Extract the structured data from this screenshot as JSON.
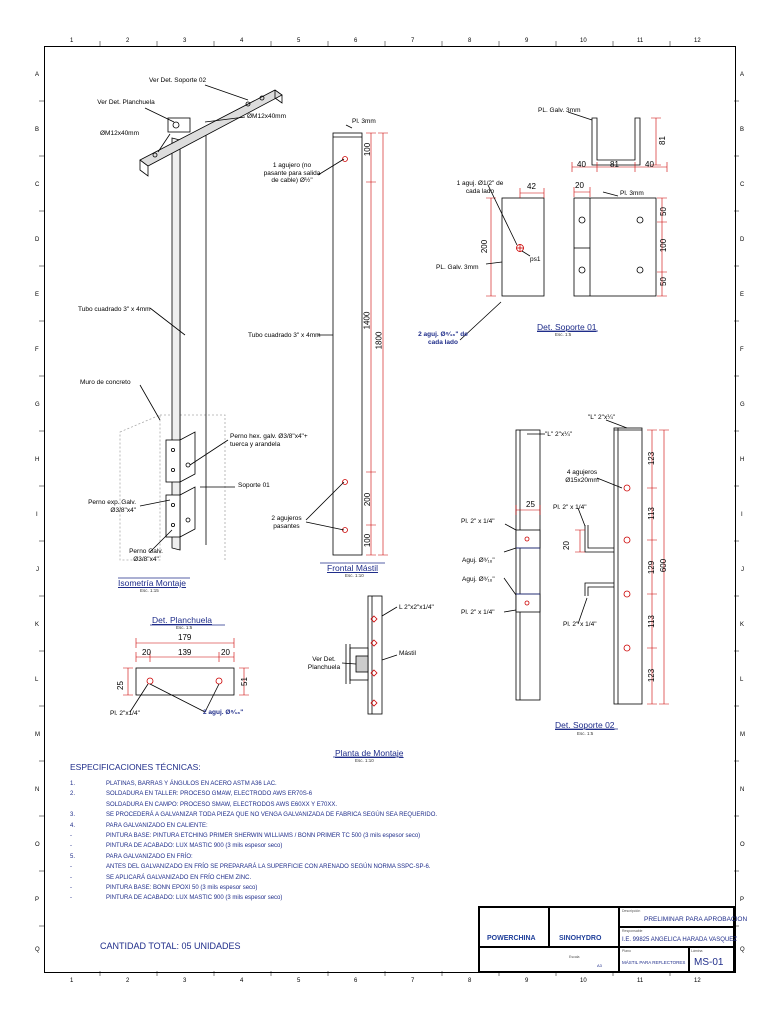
{
  "ruler": {
    "top": [
      "1",
      "2",
      "3",
      "4",
      "5",
      "6",
      "7",
      "8",
      "9",
      "10",
      "11",
      "12"
    ],
    "side": [
      "A",
      "B",
      "C",
      "D",
      "E",
      "F",
      "G",
      "H",
      "I",
      "J",
      "K",
      "L",
      "M",
      "N",
      "O",
      "P",
      "Q"
    ]
  },
  "iso": {
    "ver_det_soporte": "Ver Det. Soporte 02",
    "ver_det_planchuela": "Ver Det. Planchuela",
    "perno_m12_a": "ØM12x40mm",
    "perno_m12_b": "ØM12x40mm",
    "tubo": "Tubo cuadrado 3\" x 4mm",
    "muro": "Muro de concreto",
    "perno_hex": "Perno hex. galv. Ø3/8\"x4\"+ tuerca y arandela",
    "soporte01": "Soporte 01",
    "perno_exp": "Perno exp. Galv. Ø3/8\"x4\"",
    "perno_galv": "Perno Galv. Ø3/8\"x4\"",
    "title": "Isometría Montaje",
    "scale": "Esc. 1:15"
  },
  "frontal": {
    "pl": "Pl. 3mm",
    "agujero": "1 agujero (no pasante para salida de cable) Ø½\"",
    "tubo": "Tubo cuadrado 3\" x 4mm",
    "agujeros": "2 agujeros pasantes",
    "d100a": "100",
    "d1400": "1400",
    "d1800": "1800",
    "d200": "200",
    "d100b": "100",
    "title": "Frontal Mástil",
    "scale": "Esc. 1:10"
  },
  "sop01": {
    "pl_top": "PL. Galv. 3mm",
    "d81": "81",
    "d40a": "40",
    "d81b": "81",
    "d40b": "40",
    "agujero": "1 aguj. Ø1/2\" de cada lado",
    "d42": "42",
    "d20": "20",
    "pl3": "Pl. 3mm",
    "d200": "200",
    "ps1": "ps1",
    "pl_galv": "PL. Galv. 3mm",
    "d50a": "50",
    "d100": "100",
    "d50b": "50",
    "aguj_lado": "2 aguj. Ø⁹⁄₁₆\" de cada lado",
    "title": "Det. Soporte 01",
    "scale": "Esc. 1:5"
  },
  "sop02": {
    "l_top": "\"L\" 2\"x¼\"",
    "l_mid": "\"L\" 2\"x¼\"",
    "agujeros": "4 agujeros Ø15x20mm",
    "d25": "25",
    "pl_a": "Pl. 2\" x 1/4\"",
    "pl_b": "Pl. 2\" x 1/4\"",
    "d20": "20",
    "aguj_a": "Aguj. Ø⁹⁄₁₆\"",
    "aguj_b": "Aguj. Ø⁹⁄₁₆\"",
    "pl_c": "Pl. 2\" x 1/4\"",
    "pl_d": "Pl. 2\" x 1/4\"",
    "d123a": "123",
    "d113a": "113",
    "d600": "600",
    "d129": "129",
    "d113b": "113",
    "d123b": "123",
    "title": "Det. Soporte 02",
    "scale": "Esc. 1:5"
  },
  "planchuela": {
    "title": "Det. Planchuela",
    "scale": "Esc. 1:5",
    "d179": "179",
    "d20a": "20",
    "d139": "139",
    "d20b": "20",
    "d25": "25",
    "d51": "51",
    "pl": "Pl. 2\"x1/4\"",
    "aguj": "2 aguj. Ø⁹⁄₁₆\""
  },
  "planta": {
    "l": "L 2\"x2\"x1/4\"",
    "mastil": "Mástil",
    "ver": "Ver Det. Planchuela",
    "title": "Planta de Montaje",
    "scale": "Esc. 1:10"
  },
  "specs": {
    "title": "ESPECIFICACIONES TÉCNICAS:",
    "items": [
      {
        "n": "1.",
        "t": "PLATINAS, BARRAS Y ÁNGULOS EN ACERO ASTM A36 LAC."
      },
      {
        "n": "2.",
        "t": "SOLDADURA EN TALLER: PROCESO GMAW, ELECTRODO AWS ER70S-6"
      },
      {
        "n": "",
        "t": "SOLDADURA EN CAMPO: PROCESO SMAW, ELECTRODOS AWS E60XX Y E70XX."
      },
      {
        "n": "3.",
        "t": "SE PROCEDERÁ A GALVANIZAR TODA PIEZA QUE NO VENGA GALVANIZADA DE FABRICA SEGÚN SEA REQUERIDO."
      },
      {
        "n": "4.",
        "t": "PARA GALVANIZADO EN CALIENTE:"
      },
      {
        "n": "-",
        "t": "PINTURA BASE: PINTURA ETCHING PRIMER SHERWIN WILLIAMS / BONN PRIMER TC 500 (3 mils espesor seco)"
      },
      {
        "n": "-",
        "t": "PINTURA DE ACABADO: LUX MASTIC 900 (3 mils espesor seco)"
      },
      {
        "n": "5.",
        "t": "PARA GALVANIZADO EN FRÍO:"
      },
      {
        "n": "-",
        "t": "ANTES DEL GALVANIZADO EN FRÍO SE PREPARARÁ LA SUPERFICIE CON ARENADO SEGÚN NORMA SSPC-SP-6."
      },
      {
        "n": "-",
        "t": "SE APLICARÁ GALVANIZADO EN FRÍO CHEM ZINC."
      },
      {
        "n": "-",
        "t": "PINTURA BASE: BONN EPOXI 50 (3 mils espesor seco)"
      },
      {
        "n": "-",
        "t": "PINTURA DE ACABADO: LUX MASTIC 900 (3 mils espesor seco)"
      }
    ],
    "total": "CANTIDAD TOTAL: 05 UNIDADES"
  },
  "titleblock": {
    "brand1": "POWERCHINA",
    "brand2": "SINOHYDRO",
    "status_lbl": "Descripción",
    "status": "PRELIMINAR PARA APROBACION",
    "resp_lbl": "Responsable",
    "resp": "I.E. 99825 ANGELICA HARADA VASQUEZ",
    "name_lbl": "Plano",
    "name": "MÁSTIL PARA REFLECTORES",
    "code_lbl": "Lámina",
    "code": "MS-01",
    "esc_lbl": "Escala",
    "esc": "A3"
  }
}
